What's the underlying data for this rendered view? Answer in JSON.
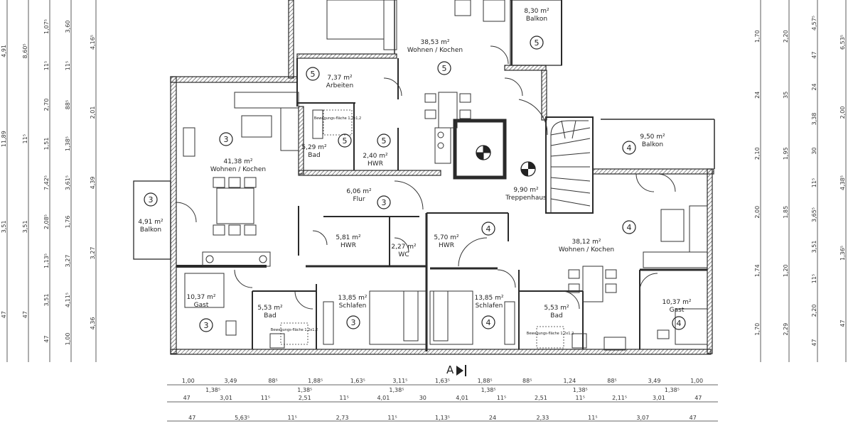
{
  "rooms": [
    {
      "id": "r1",
      "area": "7,37 m²",
      "name": "Arbeiten",
      "unit": "5"
    },
    {
      "id": "r2",
      "area": "38,53 m²",
      "name": "Wohnen / Kochen",
      "unit": "5"
    },
    {
      "id": "r3",
      "area": "8,30 m²",
      "name": "Balkon",
      "unit": "5"
    },
    {
      "id": "r4",
      "area": "5,29 m²",
      "name": "Bad",
      "unit": "5"
    },
    {
      "id": "r5",
      "area": "2,40 m²",
      "name": "HWR",
      "unit": "5"
    },
    {
      "id": "r6",
      "area": "41,38 m²",
      "name": "Wohnen / Kochen",
      "unit": "3"
    },
    {
      "id": "r7",
      "area": "4,91 m²",
      "name": "Balkon",
      "unit": "3"
    },
    {
      "id": "r8",
      "area": "6,06 m²",
      "name": "Flur",
      "unit": "3"
    },
    {
      "id": "r9",
      "area": "9,90 m²",
      "name": "Treppenhaus",
      "unit": ""
    },
    {
      "id": "r10",
      "area": "9,50 m²",
      "name": "Balkon",
      "unit": "4"
    },
    {
      "id": "r11",
      "area": "5,81 m²",
      "name": "HWR",
      "unit": "3"
    },
    {
      "id": "r12",
      "area": "2,27 m²",
      "name": "WC",
      "unit": "3"
    },
    {
      "id": "r13",
      "area": "5,70 m²",
      "name": "HWR",
      "unit": "4"
    },
    {
      "id": "r14",
      "area": "38,12 m²",
      "name": "Wohnen / Kochen",
      "unit": "4"
    },
    {
      "id": "r15",
      "area": "10,37 m²",
      "name": "Gast",
      "unit": "3"
    },
    {
      "id": "r16",
      "area": "5,53 m²",
      "name": "Bad",
      "unit": "3"
    },
    {
      "id": "r17",
      "area": "13,85 m²",
      "name": "Schlafen",
      "unit": "3"
    },
    {
      "id": "r18",
      "area": "13,85 m²",
      "name": "Schlafen",
      "unit": "4"
    },
    {
      "id": "r19",
      "area": "5,53 m²",
      "name": "Bad",
      "unit": "4"
    },
    {
      "id": "r20",
      "area": "10,37 m²",
      "name": "Gast",
      "unit": "4"
    },
    {
      "id": "r21",
      "area": "",
      "name": "Schlafen",
      "unit": ""
    }
  ],
  "section_marker": "A",
  "notes": {
    "shower_note": "Bewegungs-fläche 1,2x1,2"
  },
  "dimensions": {
    "bottom_row1_top": [
      "1,00",
      "3,49",
      "88⁵",
      "1,88⁵",
      "1,63⁵",
      "3,11⁵",
      "1,63⁵",
      "1,88⁵",
      "88⁵",
      "1,24",
      "88⁵",
      "3,49",
      "1,00"
    ],
    "bottom_row1_bot": [
      "1,38⁵",
      "1,38⁵",
      "1,38⁵",
      "1,38⁵",
      "1,38⁵",
      "1,38⁵"
    ],
    "bottom_row2": [
      "47",
      "3,01",
      "11⁵",
      "2,51",
      "11⁵",
      "4,01",
      "30",
      "4,01",
      "11⁵",
      "2,51",
      "11⁵",
      "2,11⁵",
      "3,01",
      "47"
    ],
    "bottom_row3": [
      "47",
      "5,63⁵",
      "11⁵",
      "2,73",
      "11⁵",
      "1,13⁵",
      "24",
      "2,33",
      "11⁵",
      "3,07",
      "47"
    ],
    "left_col1": [
      "4,91",
      "11,89",
      "3,51",
      "47"
    ],
    "left_col2": [
      "8,60⁵",
      "11⁵",
      "3,51",
      "47"
    ],
    "left_col3": [
      "1,07⁵",
      "11⁵",
      "2,70",
      "1,51",
      "7,42⁵",
      "2,08⁵",
      "1,13⁵",
      "3,51",
      "47"
    ],
    "left_col4": [
      "3,60",
      "11⁵",
      "88⁵",
      "1,38⁵",
      "3,61⁵",
      "1,76",
      "3,27",
      "4,11⁵",
      "1,00"
    ],
    "left_col5": [
      "4,16⁵",
      "2,01",
      "4,39",
      "3,27",
      "4,36"
    ],
    "right_col1": [
      "1,70",
      "24",
      "2,10",
      "2,00",
      "1,74",
      "1,70"
    ],
    "right_col2": [
      "2,20",
      "35",
      "1,95",
      "1,85",
      "1,20",
      "2,29"
    ],
    "right_col3": [
      "4,57⁵",
      "47",
      "24",
      "3,38",
      "30",
      "11⁵",
      "3,65⁵",
      "3,51",
      "11⁵",
      "2,20",
      "47"
    ],
    "right_col4": [
      "6,53⁵",
      "2,00",
      "4,38⁵",
      "1,36⁵",
      "47"
    ]
  },
  "colors": {
    "wall": "#2a2a2a",
    "hatch": "#8a8a8a",
    "line": "#333333"
  }
}
